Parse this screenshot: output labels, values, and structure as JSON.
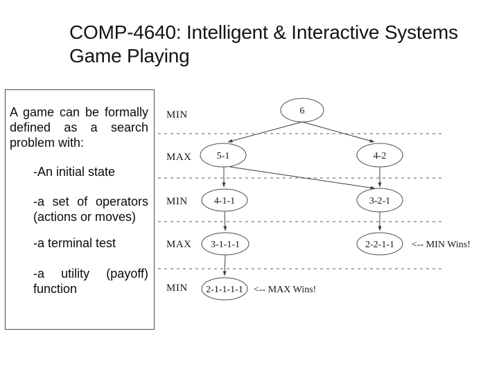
{
  "slide_title": {
    "line1": "COMP-4640: Intelligent & Interactive Systems",
    "line2": "Game Playing"
  },
  "definition_box": {
    "intro": "A game can be formally defined as a search problem with:",
    "items": [
      "-An initial state",
      "-a set of operators (actions or moves)",
      "-a terminal test",
      "-a utility (payoff) function"
    ]
  },
  "game_tree": {
    "level_labels": [
      "MIN",
      "MAX",
      "MIN",
      "MAX",
      "MIN"
    ],
    "nodes": [
      {
        "label": "6"
      },
      {
        "label": "5-1"
      },
      {
        "label": "4-2"
      },
      {
        "label": "4-1-1"
      },
      {
        "label": "3-2-1"
      },
      {
        "label": "3-1-1-1"
      },
      {
        "label": "2-2-1-1"
      },
      {
        "label": "2-1-1-1-1"
      }
    ],
    "annotations": [
      {
        "text": "<-- MAX Wins!"
      },
      {
        "text": "<-- MIN Wins!"
      }
    ]
  },
  "colors": {
    "background": "#ffffff",
    "text": "#0d0d0d",
    "box_border": "#4a4a4a",
    "tree_stroke": "#3c3c3c",
    "dashed_divider": "#5a5a5a"
  }
}
